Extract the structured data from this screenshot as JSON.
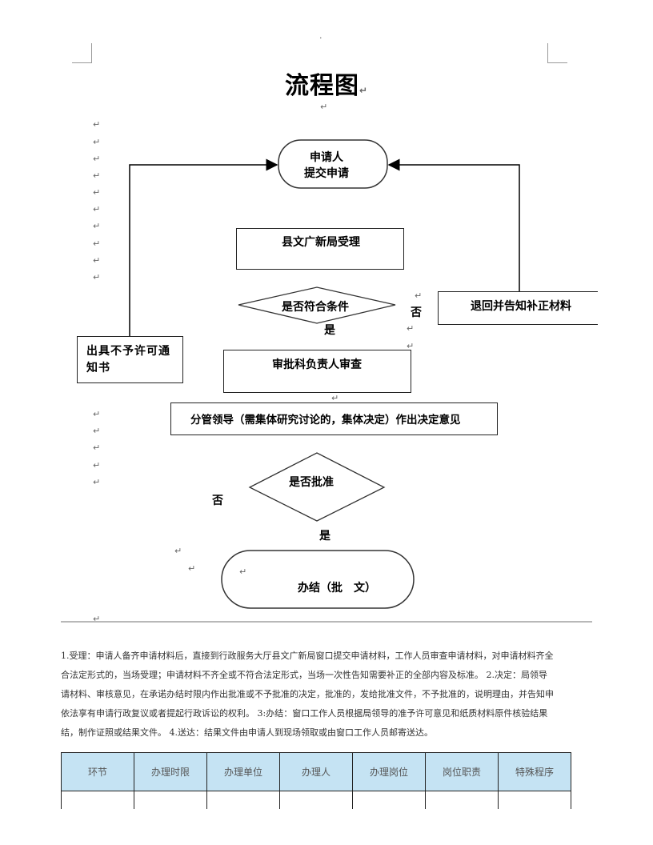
{
  "document": {
    "title": "流程图",
    "top_mark": "·"
  },
  "flowchart": {
    "start_node": "申请人\n提交申请",
    "accept_node": "县文广新局受理",
    "condition_node": "是否符合条件",
    "return_node": "退回并告知补正材料",
    "reject_node": "出具不予许可通知书",
    "review_node": "审批科负责人审查",
    "leader_node": "分管领导（需集体研究讨论的，集体决定）作出决定意见",
    "approve_node": "是否批准",
    "end_node": "办结（批　文）",
    "yes_label": "是",
    "no_label": "否",
    "paragraph_mark": "↵"
  },
  "description": {
    "lines": [
      "1.受理：申请人备齐申请材料后，直接到行政服务大厅县文广新局窗口提交申请材料，工作人员审查申请材料，对申请材料齐全",
      "合法定形式的，当场受理；申请材料不齐全或不符合法定形式，当场一次性告知需要补正的全部内容及标准。 2.决定：局领导",
      "请材料、审核意见，在承诺办结时限内作出批准或不予批准的决定，批准的，发给批准文件，不予批准的，说明理由，并告知申",
      "依法享有申请行政复议或者提起行政诉讼的权利。 3:办结：窗口工作人员根据局领导的准予许可意见和纸质材料原件核验结果",
      "结，制作证照或结果文件。 4.送达：结果文件由申请人到现场领取或由窗口工作人员邮寄送达。"
    ]
  },
  "table": {
    "headers": [
      "环节",
      "办理时限",
      "办理单位",
      "办理人",
      "办理岗位",
      "岗位职责",
      "特殊程序"
    ],
    "header_bg": "#c5e3f3"
  }
}
